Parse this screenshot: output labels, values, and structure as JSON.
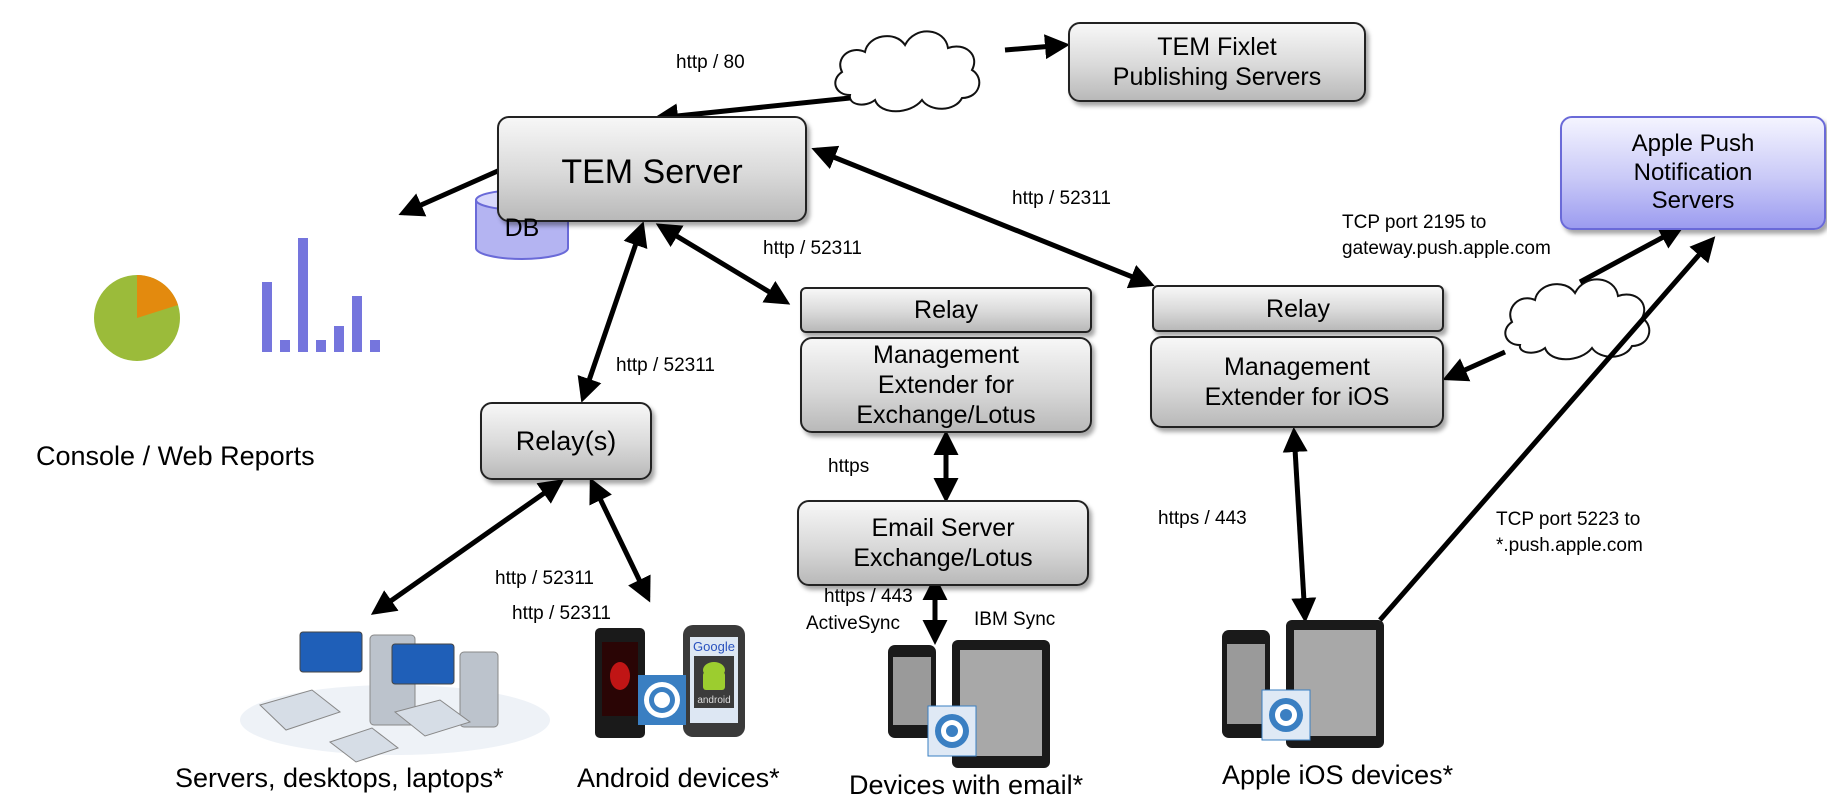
{
  "boxes": {
    "tem_fixlet": "TEM Fixlet\nPublishing Servers",
    "tem_server": "TEM Server",
    "db": "DB",
    "apple_push": "Apple Push\nNotification\nServers",
    "relay_left": "Relay",
    "relay_right": "Relay",
    "mgmt_exchange": "Management\nExtender for\nExchange/Lotus",
    "mgmt_ios": "Management\nExtender for iOS",
    "relays": "Relay(s)",
    "email_server": "Email Server\nExchange/Lotus"
  },
  "labels": {
    "http80": "http / 80",
    "http52311_right": "http / 52311",
    "tcp2195": "TCP port 2195 to\ngateway.push.apple.com",
    "http52311_mid": "http / 52311",
    "http52311_left": "http / 52311",
    "https": "https",
    "https443": "https / 443",
    "tcp5223": "TCP port 5223 to\n*.push.apple.com",
    "http52311_a": "http / 52311",
    "http52311_b": "http / 52311",
    "https443_email": "https / 443",
    "activesync": "ActiveSync",
    "ibm_sync": "IBM Sync"
  },
  "captions": {
    "console": "Console / Web Reports",
    "servers": "Servers, desktops, laptops*",
    "android": "Android devices*",
    "email_devices": "Devices with email*",
    "ios": "Apple iOS devices*"
  },
  "icons": {
    "google": "Google",
    "android": "android"
  },
  "colors": {
    "box_gray": "#d9d9d9",
    "box_blue": "#b8b8f5",
    "arrow": "#000000"
  }
}
